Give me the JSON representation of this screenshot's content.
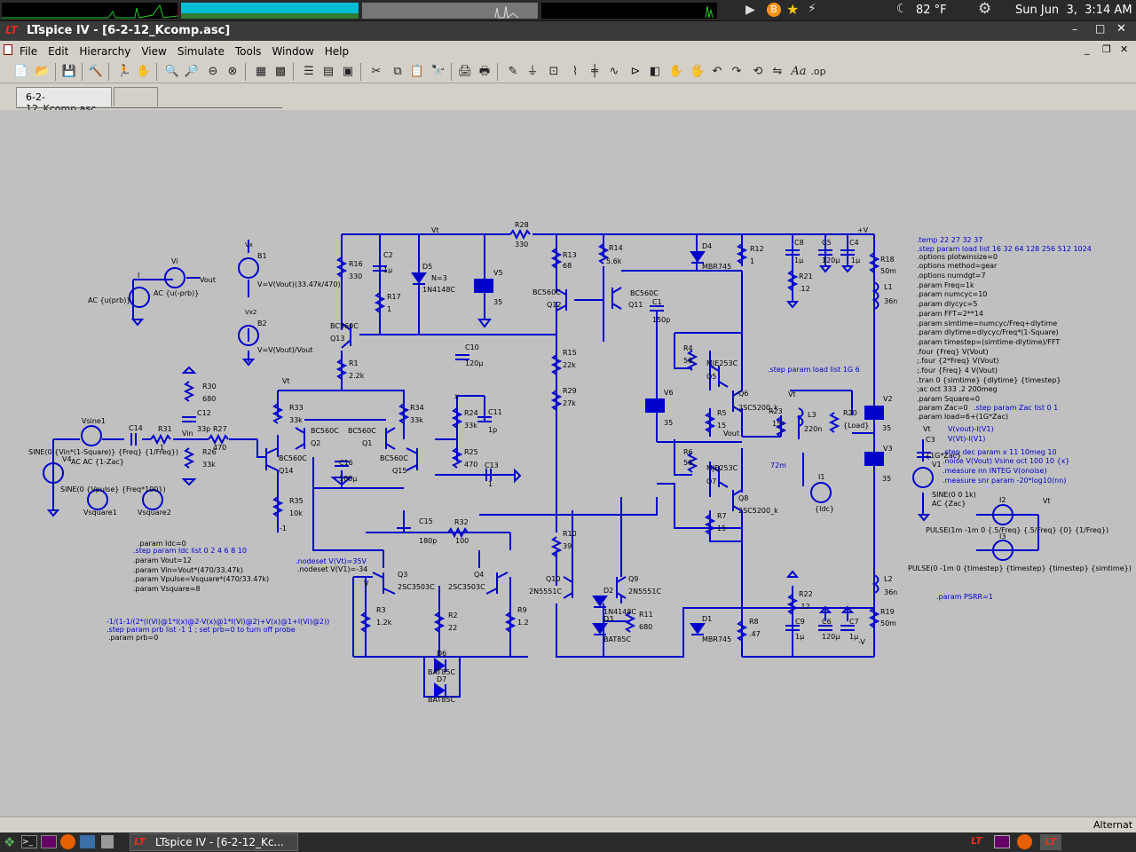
{
  "top_panel": {
    "weather": "82 °F",
    "clock": "Sun Jun  3,  3:14 AM"
  },
  "window": {
    "title": "LTspice IV - [6-2-12_Kcomp.asc]"
  },
  "menu": {
    "items": [
      "File",
      "Edit",
      "Hierarchy",
      "View",
      "Simulate",
      "Tools",
      "Window",
      "Help"
    ]
  },
  "tabs": {
    "active": "6-2-12_Kcomp.asc"
  },
  "taskbar": {
    "app_label": "LTspice IV - [6-2-12_Kc...",
    "alternate": "Alternat"
  },
  "schematic": {
    "nets": {
      "vt": "Vt",
      "plusv": "+V",
      "minusv": "-V",
      "vout": "Vout",
      "vin": "Vin",
      "vout2": "Vout",
      "x": "x",
      "v": "V",
      "vt2": "Vt",
      "vt3": "Vt",
      "vt4": "Vt",
      "vt5": "Vt",
      "minus1": "-1"
    },
    "resistors": {
      "r28": "R28",
      "r28v": "330",
      "r16": "R16",
      "r16v": "330",
      "r17": "R17",
      "r17v": "1",
      "r13": "R13",
      "r13v": "68",
      "r14": "R14",
      "r14v": "5.6k",
      "r12": "R12",
      "r12v": "1",
      "r18": "R18",
      "r18v": "50m",
      "r21": "R21",
      "r21v": ".12",
      "r1": "R1",
      "r1v": "2.2k",
      "r15": "R15",
      "r15v": "22k",
      "r29": "R29",
      "r29v": "27k",
      "r4": "R4",
      "r4v": "56",
      "r5": "R5",
      "r5v": "15",
      "r6": "R6",
      "r6v": "56",
      "r7": "R7",
      "r7v": "15",
      "r30": "R30",
      "r30v": "680",
      "r26": "R26",
      "r26v": "33k",
      "r27": "R27",
      "r27v": "470",
      "r31": "R31",
      "r31v": "1",
      "r33": "R33",
      "r33v": "33k",
      "r34": "R34",
      "r34v": "33k",
      "r24": "R24",
      "r24v": "33k",
      "r25": "R25",
      "r25v": "470",
      "r35": "R35",
      "r35v": "10k",
      "r23": "R23",
      "r23v": "15",
      "r20": "R20",
      "r20v": "{Load}",
      "r10": "R10",
      "r10v": "39",
      "r32": "R32",
      "r32v": "100",
      "r3": "R3",
      "r3v": "1.2k",
      "r2": "R2",
      "r2v": "22",
      "r9": "R9",
      "r9v": "1.2",
      "r11": "R11",
      "r11v": "680",
      "r8": "R8",
      "r8v": ".47",
      "r22": "R22",
      "r22v": ".12",
      "r19": "R19",
      "r19v": "50m"
    },
    "capacitors": {
      "c2": "C2",
      "c2v": "1µ",
      "c8": "C8",
      "c8v": "1µ",
      "c5": "C5",
      "c5v": "120µ",
      "c4": "C4",
      "c4v": "1µ",
      "c1": "C1",
      "c1v": "150p",
      "c10": "C10",
      "c10v": "120µ",
      "c12": "C12",
      "c12v": "33p",
      "c14": "C14",
      "c16": "C16",
      "c16v": "100µ",
      "c11": "C11",
      "c11v": "1p",
      "c13": "C13",
      "c13v": "1",
      "c15": "C15",
      "c15v": "180p",
      "c9": "C9",
      "c9v": "1µ",
      "c6": "C6",
      "c6v": "120µ",
      "c7": "C7",
      "c7v": "1µ",
      "c3": "C3",
      "c3v": "{1G*Zac}"
    },
    "transistors": {
      "q12": "Q12",
      "q12m": "BC560C",
      "q11": "Q11",
      "q11m": "BC560C",
      "q13": "Q13",
      "q13m": "BC560C",
      "q2": "Q2",
      "q2m": "BC560C",
      "q1": "Q1",
      "q1m": "BC560C",
      "q14": "Q14",
      "q14m": "BC560C",
      "q15": "Q15",
      "q15m": "BC560C",
      "q5": "Q5",
      "q5m": "MJE253C",
      "q6": "Q6",
      "q6m": "2SC5200_k",
      "q7": "Q7",
      "q7m": "MJE253C",
      "q8": "Q8",
      "q8m": "2SC5200_k",
      "q3": "Q3",
      "q3m": "2SC3503C",
      "q4": "Q4",
      "q4m": "2SC3503C",
      "q10": "Q10",
      "q10m": "2N5551C",
      "q9": "Q9",
      "q9m": "2N5551C"
    },
    "diodes": {
      "d4": "D4",
      "d4m": "MBR745",
      "d5": "D5",
      "d5n": "N=3",
      "d5m": "1N4148C",
      "d2": "D2",
      "d2m": "1N4148C",
      "d3": "D3",
      "d3m": "BAT85C",
      "d1": "D1",
      "d1m": "MBR745",
      "d6": "D6",
      "d6m": "BAT85C",
      "d7": "D7",
      "d7m": "BAT85C"
    },
    "inductors": {
      "l1": "L1",
      "l1v": "36n",
      "l3": "L3",
      "l3v": "220n",
      "l2": "L2",
      "l2v": "36n"
    },
    "sources": {
      "v5": "V5",
      "v5v": "35",
      "v6": "V6",
      "v6v": "35",
      "v2": "V2",
      "v2v": "35",
      "v3": "V3",
      "v3v": "35",
      "v1": "V1",
      "v1v": "SINE(0 0 1k)",
      "v1ac": "AC {Zac}",
      "v4": "V4",
      "v4v": "SINE(0 {Vin*(1-Square)} {Freq} {1/Freq})",
      "v4ac": "AC AC {1-Zac}",
      "vsine1": "Vsine1",
      "vsq1": "Vsquare1",
      "vsq1v": "SINE(0 {Vpulse} {Freq*100})",
      "vsq2": "Vsquare2",
      "vi": "Vi",
      "viac": "AC {u(-prb)}",
      "vi_probe": "AC {u(prb)}",
      "i1": "I1",
      "i1v": "{Idc}",
      "i2": "I2",
      "i2v": "PULSE(1m -1m 0 {.5/Freq} {.5/Freq} {0} {1/Freq})",
      "i3": "I3",
      "i3v": "PULSE(0 -1m 0 {timestep} {timestep} {timestep} {simtime})",
      "b1": "B1",
      "b1v": "V=V(Vout)(33.47k/470)",
      "b2": "B2",
      "b2v": "V=V(Vout)/Vout",
      "vx": "Vx",
      "vx2": "Vx2",
      "vi_short": "I"
    },
    "directives": {
      "right": [
        ".temp 22 27 32 37",
        ".step param load list 16 32 64 128 256 512 1024",
        ".options plotwinsize=0",
        ".options method=gear",
        ".options numdgt=7",
        ".param Freq=1k",
        ".param numcyc=10",
        ".param dlycyc=5",
        ".param FFT=2**14",
        ".param simtime=numcyc/Freq+dlytime",
        ".param dlytime=dlycyc/Freq*(1-Square)",
        ".param timestep=(simtime-dlytime)/FFT",
        ".four {Freq} V(Vout)",
        ";.four {2*Freq} V(Vout)",
        ";.four {Freq} 4 V(Vout)",
        ".tran 0 {simtime} {dlytime} {timestep}",
        ";ac oct 333 .2 200meg",
        ".param Square=0",
        ".param Zac=0",
        ".param load=6+(1G*Zac)"
      ],
      "step_zac": ".step param Zac list 0 1",
      "step_load": ".step param load list 1G 6",
      "vout_expr1": "V(vout)-I(V1)",
      "vout_expr2": "V(Vt)-I(V1)",
      "noise": [
        ".step dec param x 11 10meg 10",
        ".noise V(Vout) Vsine oct 100 10 {x}",
        ".measure nn INTEG V(onoise)",
        ".measure snr param -20*log10(nn)"
      ],
      "psrr": ".param PSRR=1",
      "ohm72": "72m",
      "left": [
        ".param Idc=0",
        ".step param Idc list 0 2 4 6 8 10",
        ".param Vout=12",
        ".param Vin=Vout*(470/33.47k)",
        ".param Vpulse=Vsquare*(470/33.47k)",
        ".param Vsquare=8"
      ],
      "nodeset1": ".nodeset V(Vt)=35V",
      "nodeset2": ".nodeset V(V1)=-34",
      "probe": [
        "-1/(1-1/(2*(I(Vi)@1*I(x)@2-V(x)@1*I(Vi)@2)+V(x)@1+I(Vi)@2))",
        ".step param prb list -1 1 ; set prb=0 to turn off probe",
        ".param prb=0"
      ]
    }
  }
}
